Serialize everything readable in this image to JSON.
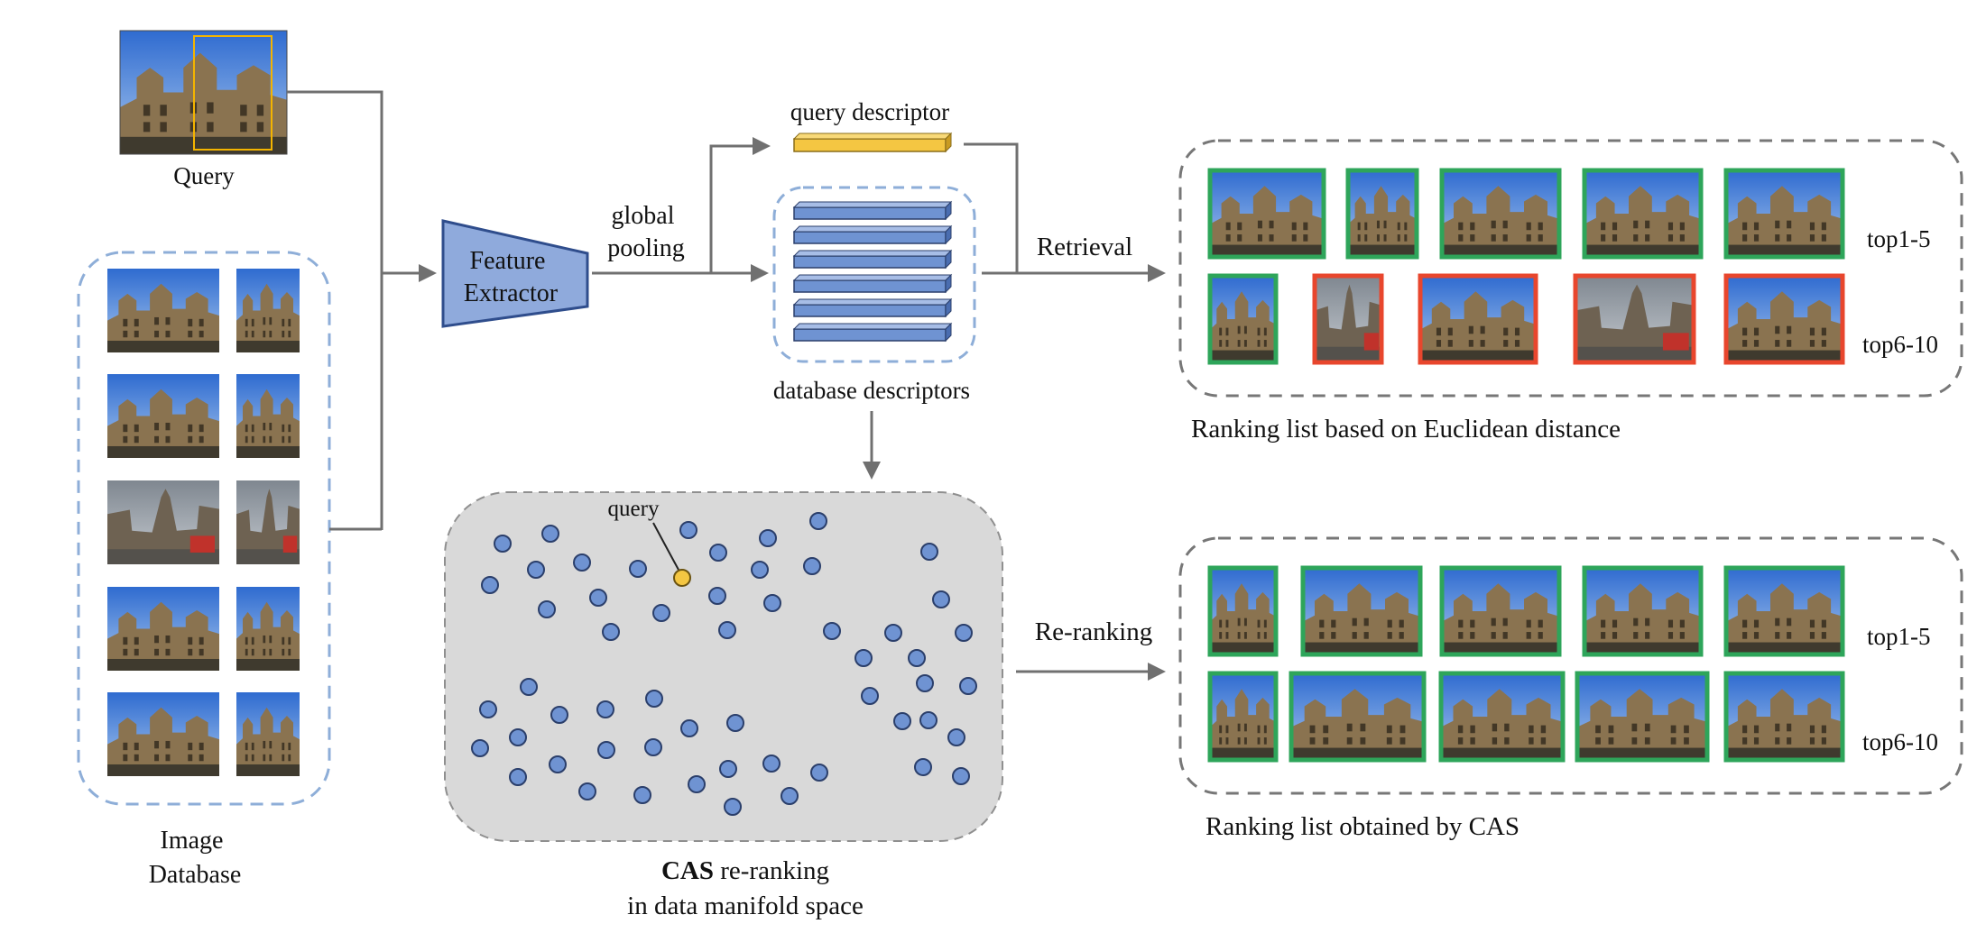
{
  "labels": {
    "query": "Query",
    "image_database": [
      "Image",
      "Database"
    ],
    "feature_extractor": [
      "Feature",
      "Extractor"
    ],
    "global_pooling": [
      "global",
      "pooling"
    ],
    "query_descriptor": "query descriptor",
    "database_descriptors": "database descriptors",
    "retrieval": "Retrieval",
    "re_ranking": "Re-ranking",
    "manifold_query": "query",
    "cas_bold": "CAS",
    "cas_rest": " re-ranking",
    "cas_line2": "in data manifold space"
  },
  "ranking_euclidean": {
    "caption": "Ranking list based on Euclidean distance",
    "row_labels": [
      "top1-5",
      "top6-10"
    ],
    "rows": [
      [
        "correct",
        "correct",
        "correct",
        "correct",
        "correct"
      ],
      [
        "correct",
        "wrong",
        "wrong",
        "wrong",
        "wrong"
      ]
    ]
  },
  "ranking_cas": {
    "caption": "Ranking list obtained by CAS",
    "row_labels": [
      "top1-5",
      "top6-10"
    ],
    "rows": [
      [
        "correct",
        "correct",
        "correct",
        "correct",
        "correct"
      ],
      [
        "correct",
        "correct",
        "correct",
        "correct",
        "correct"
      ]
    ]
  },
  "colors": {
    "correct": "#2ea55a",
    "wrong": "#e8462d",
    "descriptor_blue": "#6f93d2",
    "descriptor_yellow": "#f4c642",
    "extractor_fill": "#8faadc",
    "extractor_stroke": "#2f4d8c",
    "dashed_blue": "#8eaed8",
    "dashed_gray": "#777777",
    "manifold_bg": "#d9d9d9",
    "point_fill": "#6f93d2",
    "point_stroke": "#2b3f6b",
    "query_point": "#f4c642",
    "arrow": "#707070"
  }
}
